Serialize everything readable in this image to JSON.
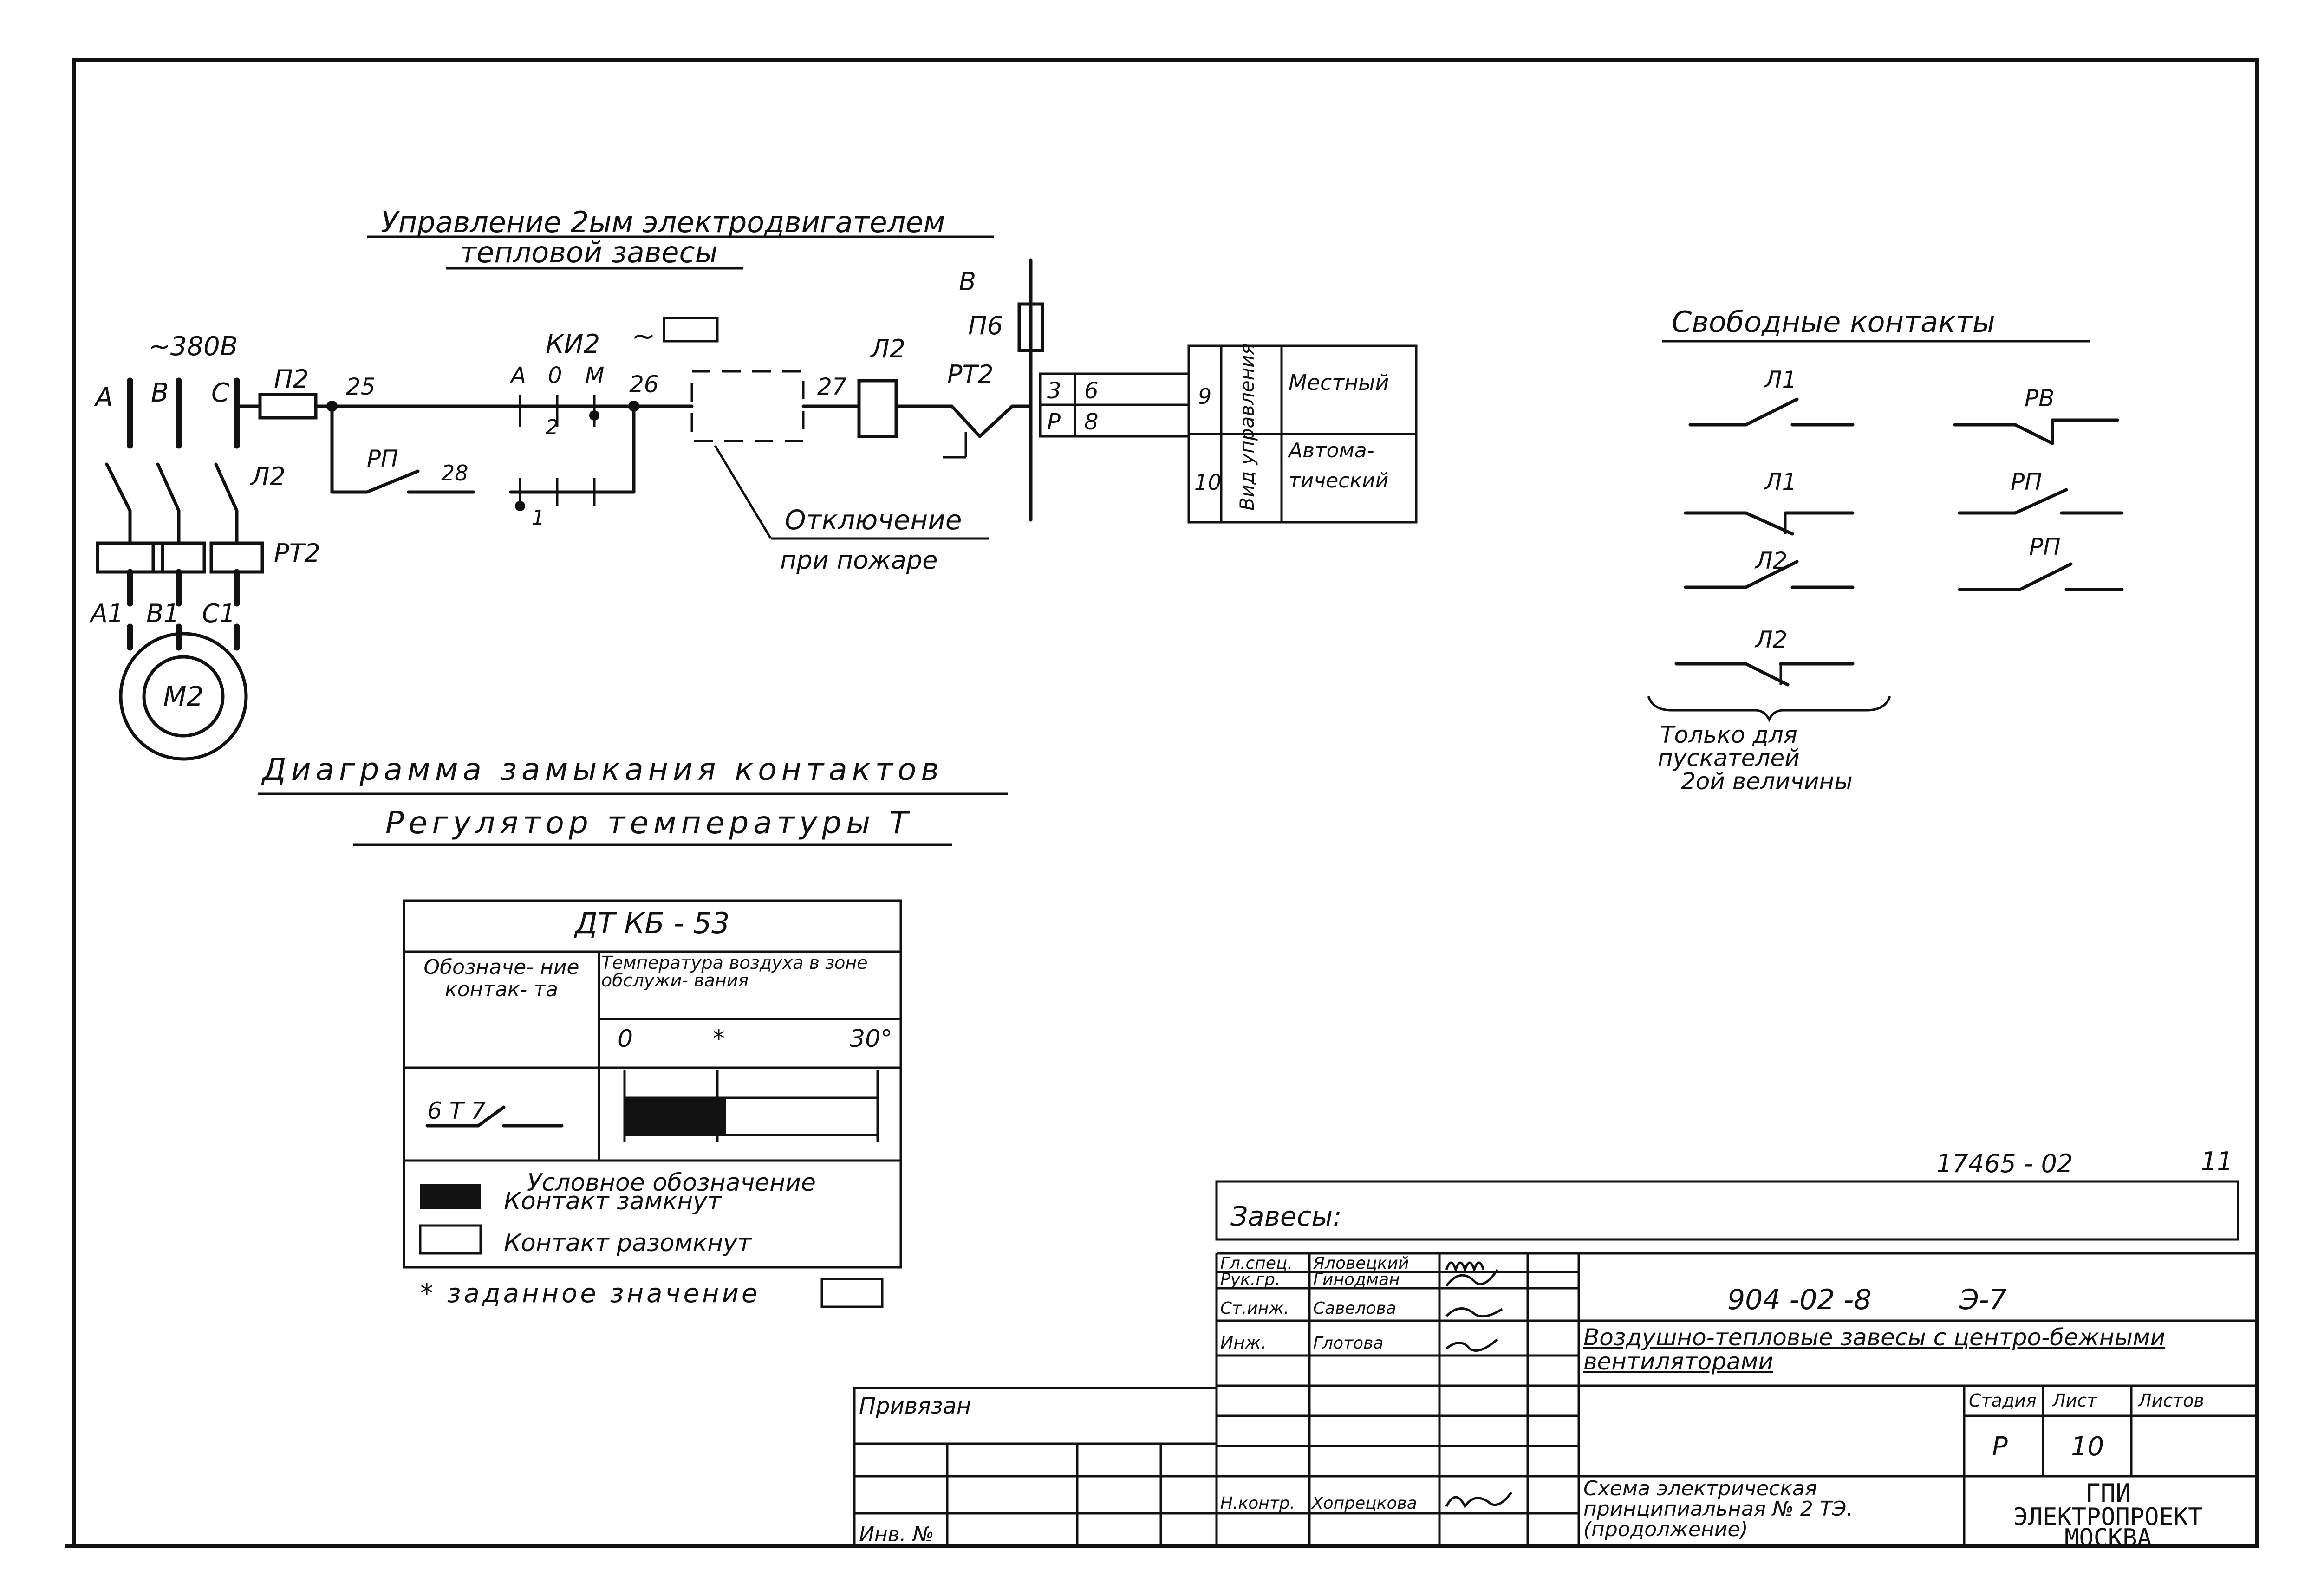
{
  "main_title": {
    "line1": "Управление 2ым электродвигателем",
    "line2": "тепловой завесы"
  },
  "power": {
    "supply": "~380В",
    "phases": [
      "А",
      "В",
      "С"
    ],
    "motor_leads": [
      "А1",
      "В1",
      "С1"
    ],
    "motor": "М2",
    "contactor": "Л2",
    "thermal_relay": "РТ2"
  },
  "control": {
    "fuse": "П2",
    "wire_25": "25",
    "wire_26": "26",
    "wire_27": "27",
    "wire_28": "28",
    "switch_label": "КИ2",
    "switch_positions": [
      "А",
      "0",
      "М"
    ],
    "switch_contact_2": "2",
    "switch_contact_1": "1",
    "aux_relay": "РП",
    "tilde": "~",
    "coil": "Л2",
    "thermal_relay": "РТ2",
    "node_b": "В",
    "fuse_p6": "П6",
    "fire_note_1": "Отключение",
    "fire_note_2": "при пожаре"
  },
  "terminals": {
    "rows": [
      {
        "a": "3",
        "b": "6"
      },
      {
        "a": "Р",
        "b": "8"
      }
    ]
  },
  "mode_table": {
    "header": "Вид управления",
    "rows": [
      {
        "num": "9",
        "label": "Местный"
      },
      {
        "num": "10",
        "label_1": "Автома-",
        "label_2": "тический"
      }
    ]
  },
  "free_contacts": {
    "title": "Свободные контакты",
    "labels": [
      "Л1",
      "Л1",
      "Л2",
      "Л2",
      "РВ",
      "РП",
      "РП"
    ],
    "note_1": "Только для",
    "note_2": "пускателей",
    "note_3": "2ой величины"
  },
  "diagram": {
    "title": "Диаграмма замыкания контактов",
    "subtitle": "Регулятор температуры Т",
    "device": "ДТ КБ - 53",
    "col1_header": "Обозначе- ние контак- та",
    "col2_header": "Температура воздуха в зоне обслужи- вания",
    "scale": [
      "0",
      "*",
      "30°"
    ],
    "contact_label": "6 Т 7",
    "closed_fraction": 0.4,
    "legend_title": "Условное обозначение",
    "legend_closed": "Контакт замкнут",
    "legend_open": "Контакт разомкнут",
    "setpoint_note": "* заданное значение"
  },
  "title_block": {
    "doc_number": "17465 - 02",
    "page_mark": "11",
    "subject": "Завесы:",
    "code": "904 -02 -8",
    "sheet_code": "Э-7",
    "project_name": "Воздушно-тепловые завесы с центро-бежными вентиляторами",
    "drawing_name": "Схема электрическая принципиальная № 2 ТЭ. (продолжение)",
    "org_1": "ГПИ",
    "org_2": "ЭЛЕКТРОПРОЕКТ",
    "org_3": "МОСКВА",
    "stage_header": "Стадия",
    "sheet_header": "Лист",
    "sheets_header": "Листов",
    "stage": "Р",
    "sheet": "10",
    "sheets": "",
    "roles": [
      {
        "role": "Гл.спец.",
        "name": "Яловецкий"
      },
      {
        "role": "Рук.гр.",
        "name": "Гинодман"
      },
      {
        "role": "Ст.инж.",
        "name": "Савелова"
      },
      {
        "role": "Инж.",
        "name": "Глотова"
      }
    ],
    "normcontrol_role": "Н.контр.",
    "normcontrol_name": "Хопрецкова",
    "bound_label": "Привязан",
    "inv_label": "Инв. №"
  }
}
